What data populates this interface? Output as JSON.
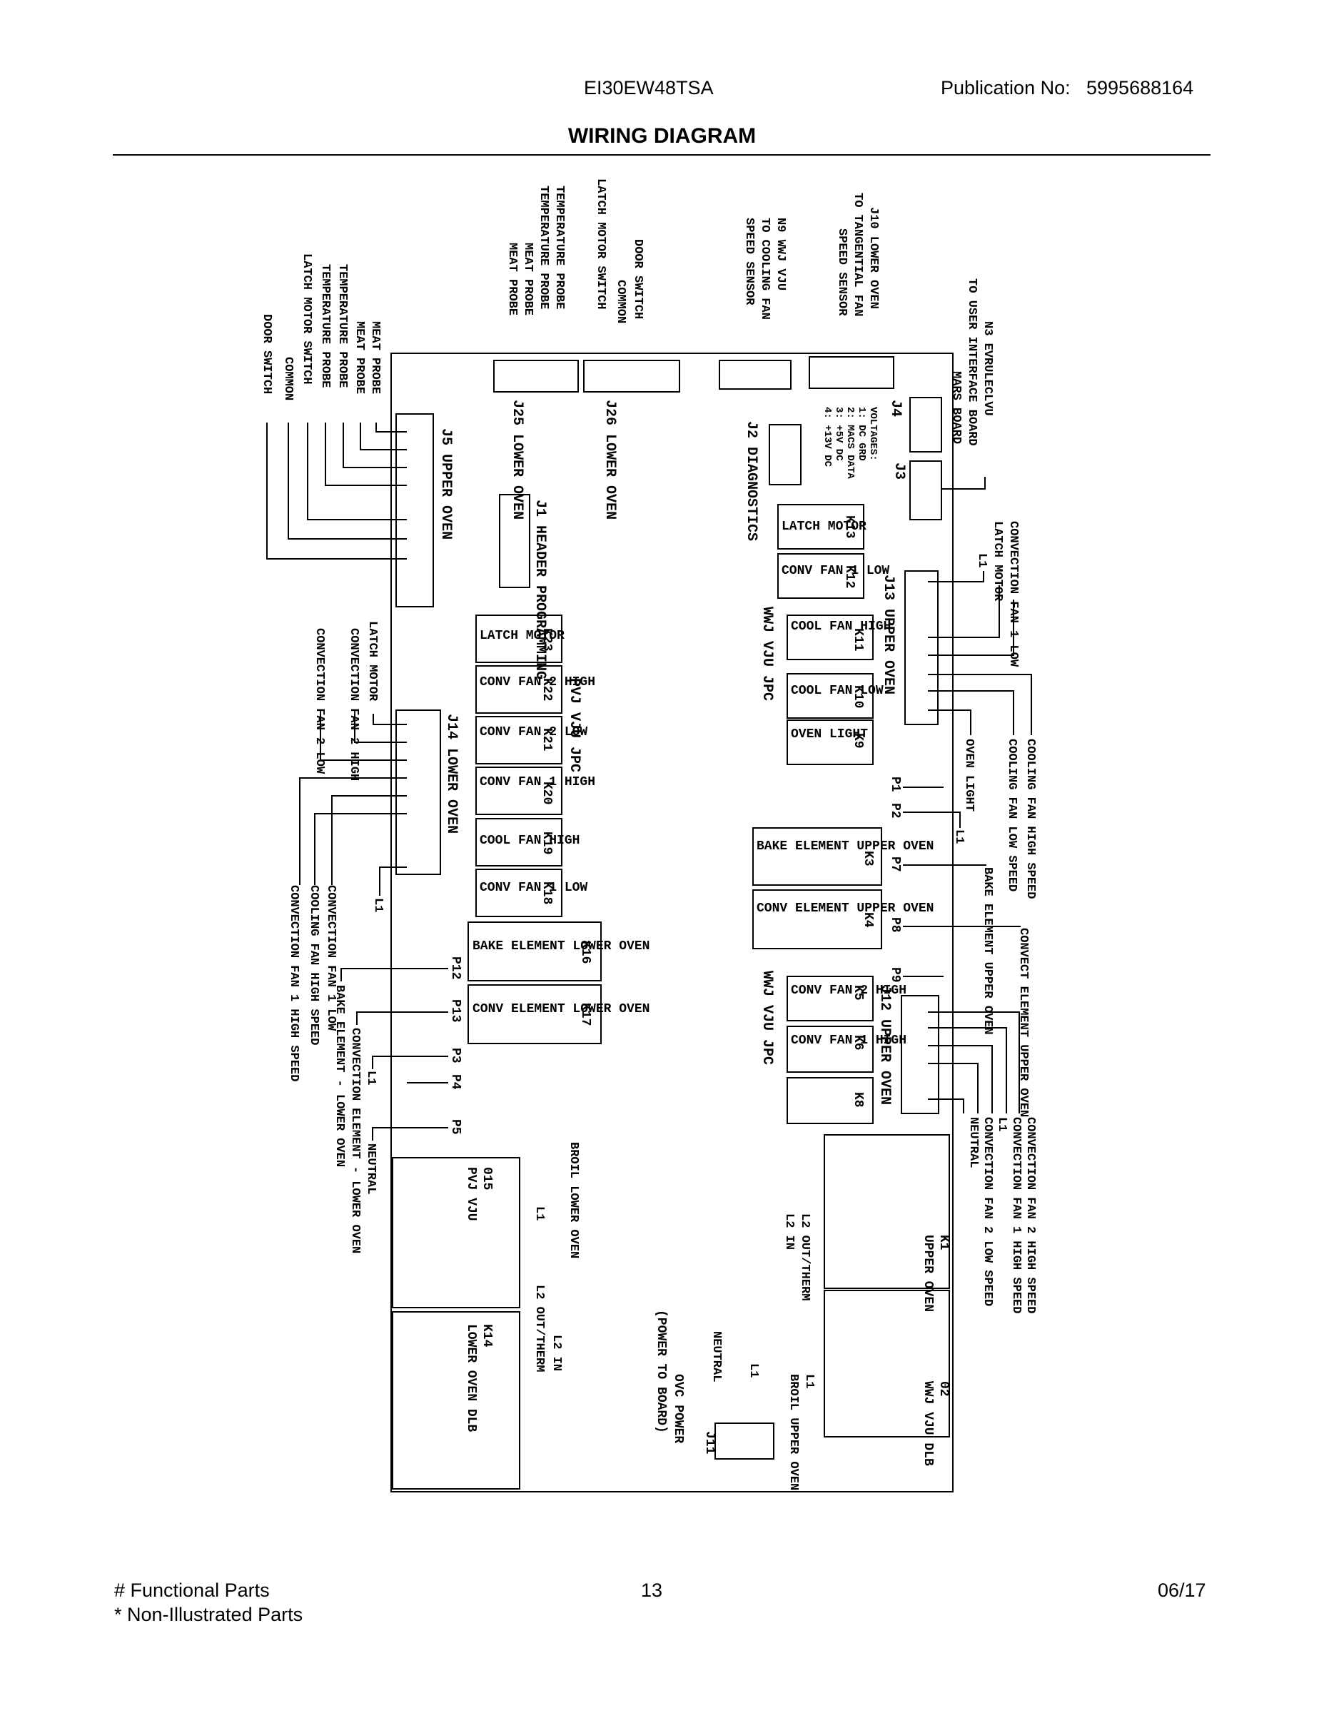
{
  "header": {
    "model": "EI30EW48TSA",
    "publication_label": "Publication No:",
    "publication_number": "5995688164",
    "title": "WIRING DIAGRAM"
  },
  "footer": {
    "functional": "# Functional Parts",
    "non_illustrated": "* Non-Illustrated Parts",
    "page": "13",
    "date": "06/17"
  },
  "diagram": {
    "top_labels": {
      "j25": "J25 LOWER OVEN",
      "j26": "J26 LOWER OVEN",
      "j25_wires": [
        "TEMPERATURE PROBE",
        "TEMPERATURE PROBE",
        "MEAT PROBE",
        "MEAT PROBE"
      ],
      "j26_wires": [
        "LATCH MOTOR SWITCH",
        "COMMON",
        "DOOR SWITCH"
      ],
      "n9": [
        "N9 WWJ VJU",
        "TO COOLING FAN",
        "SPEED SENSOR"
      ],
      "j10": [
        "J10 LOWER OVEN",
        "TO TANGENTIAL FAN",
        "SPEED SENSOR"
      ],
      "n3": [
        "N3 EVRULECLVU",
        "TO USER INTERFACE BOARD",
        "MARS BOARD"
      ],
      "j2": "J2 DIAGNOSTICS",
      "j4": "J4",
      "j3": "J3",
      "j4_voltages": [
        "VOLTAGES:",
        "1: DC GRD",
        "2: MACS DATA",
        "3: +5V DC",
        "4: +13V DC"
      ]
    },
    "j5": {
      "label": "J5 UPPER OVEN",
      "wires": [
        "MEAT PROBE",
        "MEAT PROBE",
        "TEMPERATURE PROBE",
        "TEMPERATURE PROBE",
        "LATCH MOTOR SWITCH",
        "COMMON",
        "DOOR SWITCH"
      ]
    },
    "j1": "J1 HEADER PROGRAMMING",
    "relays_left": [
      {
        "id": "K23",
        "name": "LATCH MOTOR"
      },
      {
        "id": "K22",
        "name": "CONV FAN 2 HIGH"
      },
      {
        "id": "K21",
        "name": "CONV FAN 2 LOW"
      },
      {
        "id": "K20",
        "name": "CONV FAN 1 HIGH"
      },
      {
        "id": "K19",
        "name": "COOL FAN HIGH"
      },
      {
        "id": "K18",
        "name": "CONV FAN 1 LOW"
      },
      {
        "id": "K16",
        "name": "BAKE ELEMENT LOWER OVEN"
      },
      {
        "id": "K17",
        "name": "CONV ELEMENT LOWER OVEN"
      }
    ],
    "pvj_label": "PVJ VJU JPC",
    "wwj_label_1": "WWJ VJU JPC",
    "wwj_label_2": "WWJ VJU JPC",
    "relays_right": [
      {
        "id": "K13",
        "name": "LATCH MOTOR"
      },
      {
        "id": "K12",
        "name": "CONV FAN 1 LOW"
      },
      {
        "id": "K11",
        "name": "COOL FAN HIGH"
      },
      {
        "id": "K10",
        "name": "COOL FAN LOW"
      },
      {
        "id": "K9",
        "name": "OVEN LIGHT"
      },
      {
        "id": "K3",
        "name": "BAKE ELEMENT UPPER OVEN"
      },
      {
        "id": "K4",
        "name": "CONV ELEMENT UPPER OVEN"
      },
      {
        "id": "K5",
        "name": "CONV FAN 2 HIGH"
      },
      {
        "id": "K6",
        "name": "CONV FAN 1 HIGH"
      },
      {
        "id": "K8",
        "name": ""
      }
    ],
    "j14": {
      "label": "J14 LOWER OVEN",
      "wires": [
        "LATCH MOTOR",
        "CONVECTION FAN 2 HIGH",
        "CONVECTION FAN 2 LOW",
        "CONVECTION FAN 1 LOW",
        "COOLING FAN HIGH SPEED",
        "CONVECTION FAN 1 HIGH SPEED"
      ],
      "l1": "L1"
    },
    "j13": {
      "label": "J13 UPPER OVEN",
      "wires": [
        "L1",
        "LATCH MOTOR",
        "CONVECTION FAN 1 LOW",
        "COOLING FAN HIGH SPEED",
        "COOLING FAN LOW SPEED",
        "OVEN LIGHT"
      ]
    },
    "j12": {
      "label": "J12 UPPER OVEN",
      "wires": [
        "CONVECTION FAN 2 HIGH SPEED",
        "CONVECTION FAN 1 HIGH SPEED",
        "L1",
        "CONVECTION FAN 2 LOW SPEED",
        "NEUTRAL"
      ]
    },
    "pins_left": [
      "P12",
      "P13",
      "P3",
      "P4",
      "P5"
    ],
    "pins_left_wires": [
      "BAKE ELEMENT - LOWER OVEN",
      "CONVECTION ELEMENT - LOWER OVEN",
      "L1",
      "NEUTRAL"
    ],
    "pins_right": [
      "P1",
      "P2",
      "P7",
      "P8",
      "P9"
    ],
    "pins_right_wires": [
      "L1",
      "BAKE ELEMENT UPPER OVEN",
      "CONVECT ELEMENT UPPER OVEN"
    ],
    "power_relays": [
      {
        "id": "015",
        "name": "PVJ VJU"
      },
      {
        "id": "K14",
        "name": "LOWER OVEN DLB"
      },
      {
        "id": "K1",
        "name": "UPPER OVEN"
      },
      {
        "id": "02",
        "name": "WWJ VJU DLB"
      }
    ],
    "power_wires": {
      "broil_lower": "BROIL LOWER OVEN",
      "l1_a": "L1",
      "l2_out_a": "L2 OUT/THERM",
      "l2_in_a": "L2 IN",
      "l2_out_b": "L2 OUT/THERM",
      "l2_in_b": "L2 IN",
      "broil_upper": "BROIL UPPER OVEN",
      "l1_b": "L1",
      "l1_c": "L1",
      "neutral": "NEUTRAL"
    },
    "j11": {
      "label": "J11",
      "ovc": "OVC POWER",
      "sub": "(POWER TO BOARD)"
    }
  }
}
